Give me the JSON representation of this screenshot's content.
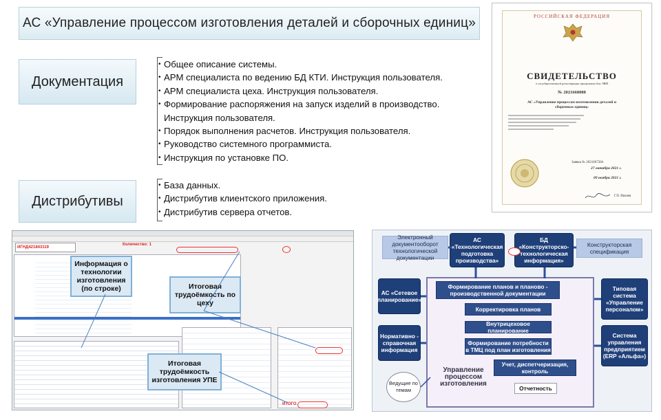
{
  "title": "АС «Управление процессом изготовления деталей и сборочных единиц»",
  "documentation": {
    "label": "Документация",
    "items": [
      "Общее описание системы.",
      "АРМ специалиста по ведению БД КТИ. Инструкция пользователя.",
      "АРМ специалиста цеха. Инструкция пользователя.",
      "Формирование распоряжения на запуск изделий в производство. Инструкция пользователя.",
      "Порядок выполнения расчетов. Инструкция пользователя.",
      "Руководство системного программиста.",
      "Инструкция по установке ПО."
    ]
  },
  "distributions": {
    "label": "Дистрибутивы",
    "items": [
      "База данных.",
      "Дистрибутив клиентского приложения.",
      "Дистрибутив сервера отчетов."
    ]
  },
  "certificate": {
    "country": "РОССИЙСКАЯ ФЕДЕРАЦИЯ",
    "heading": "СВИДЕТЕЛЬСТВО",
    "subheading": "о государственной регистрации программы для ЭВМ",
    "number": "№ 2021668088",
    "program": "АС «Управление процессом изготовления деталей и сборочных единиц»",
    "app_number": "Заявка № 2021667284",
    "date_received": "27 октября 2021 г.",
    "date_registered": "09 ноября 2021 г.",
    "signer": "Г.П. Ивлиев"
  },
  "app_screenshot": {
    "order": "ИГНД421843119",
    "quantity_label": "Количество: 1",
    "callouts": {
      "tech_info": "Информация о технологии изготовления (по строке)",
      "total_labor": "Итоговая трудоёмкость по цеху",
      "total_labor_upe": "Итоговая трудоёмкость изготовления УПЕ"
    },
    "total_label": "ИТОГО"
  },
  "diagram": {
    "top_left_text": "Электронный документооборот технологической документации",
    "as_tech": "АС «Технологическая подготовка производства»",
    "bd_kti": "БД «Конструкторско-технологическая информация»",
    "design_spec": "Конструкторская спецификация",
    "as_network": "АС «Сетевое планирование»",
    "reference": "Нормативно - справочная информация",
    "typical_system": "Типовая система «Управление персоналом»",
    "erp": "Система управления предприятием (ERP «Альфа»)",
    "tasks": [
      "Формирование планов и планово - производственной документации",
      "Корректировка планов",
      "Внутрицеховое планирование",
      "Формирование потребности в ТМЦ под план изготовления",
      "Учет, диспетчеризация, контроль",
      "Отчетность"
    ],
    "center_label": "Управление процессом изготовления",
    "leading_topics": "Ведущие по темам"
  }
}
